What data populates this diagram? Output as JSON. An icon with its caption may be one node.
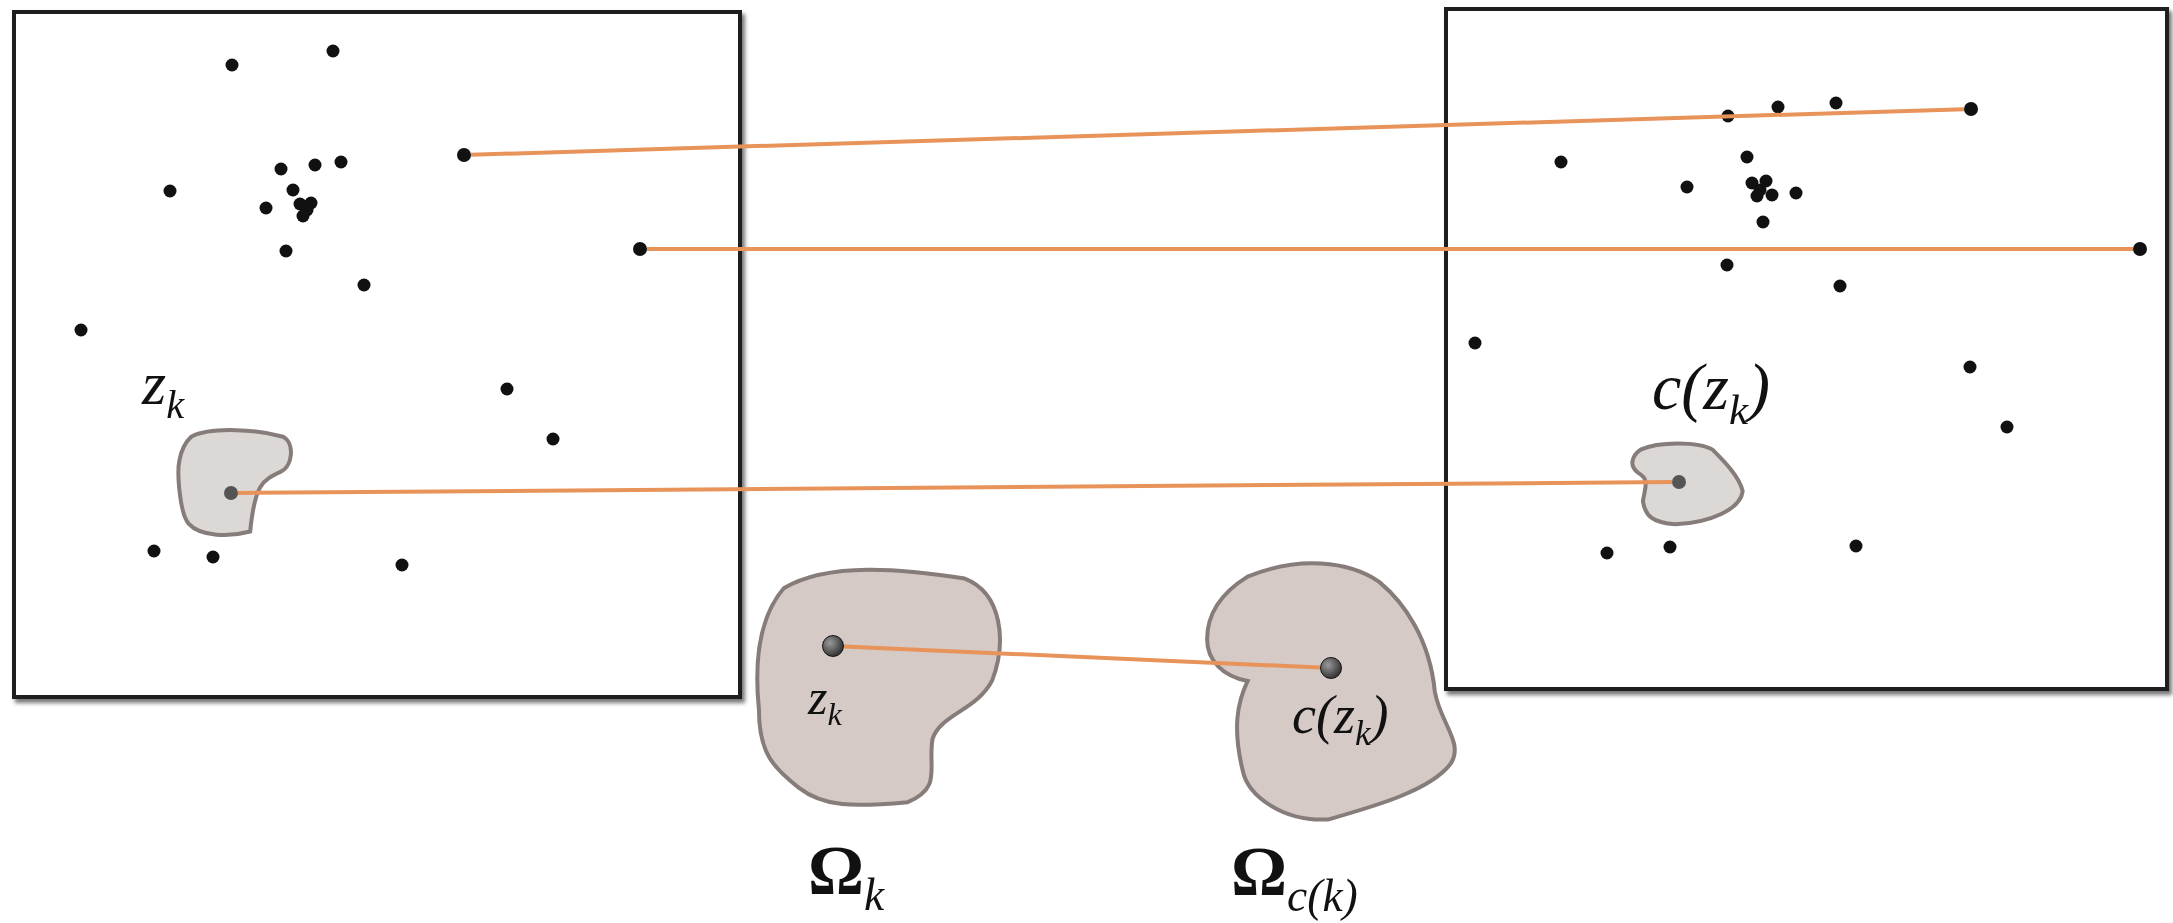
{
  "diagram": {
    "nodes": [
      {
        "text": [],
        "shape": "box"
      },
      {
        "text": [],
        "shape": "box"
      },
      {
        "text": [],
        "shape": "circle",
        "in": 0
      },
      {
        "text": [],
        "shape": "circle",
        "in": 1
      },
      {
        "text": [],
        "shape": "circle",
        "in": 0
      },
      {
        "text": [],
        "shape": "circle",
        "in": 1
      },
      {
        "text": [
          "z$_{k}$"
        ],
        "in": 0
      },
      {
        "text": [],
        "shape": "circle",
        "in": 6
      },
      {
        "text": [
          "c(z$_{k}$)"
        ],
        "in": 1
      },
      {
        "text": [],
        "shape": "circle",
        "in": 8
      },
      {
        "text": [
          "**Ω**$_{k}$"
        ]
      },
      {
        "text": [],
        "shape": "circle",
        "in": 10,
        "beside": [
          "z$_{k}$"
        ]
      },
      {
        "text": [
          "**Ω**$_{c(k)}$"
        ]
      },
      {
        "text": [],
        "shape": "circle",
        "in": 12,
        "beside": [
          "c(z$_{k}$)"
        ]
      }
    ],
    "edges": [
      {
        "from": 2,
        "to": 3,
        "arrow": "none"
      },
      {
        "from": 4,
        "to": 5,
        "arrow": "none"
      },
      {
        "from": 7,
        "to": 9,
        "arrow": "none"
      },
      {
        "from": 11,
        "to": 13,
        "arrow": "none"
      }
    ]
  }
}
